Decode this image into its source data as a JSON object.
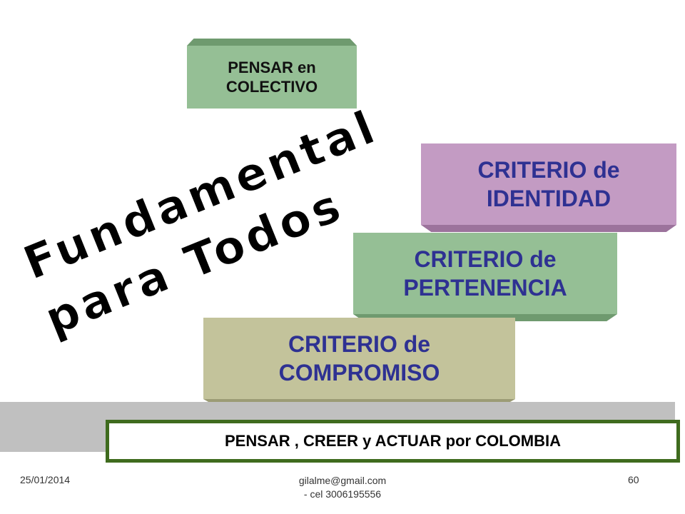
{
  "boxes": {
    "pensar": {
      "line1": "PENSAR  en",
      "line2": "COLECTIVO"
    },
    "identidad": {
      "line1": "CRITERIO   de",
      "line2": "IDENTIDAD"
    },
    "pertenencia": {
      "line1": "CRITERIO   de",
      "line2": "PERTENENCIA"
    },
    "compromiso": {
      "line1": "CRITERIO   de",
      "line2": "COMPROMISO"
    }
  },
  "wordart": {
    "line1": "Fundamental",
    "line2": "para Todos"
  },
  "motto": "PENSAR ,  CREER  y  ACTUAR    por  COLOMBIA",
  "footer": {
    "date": "25/01/2014",
    "contact_line1": "gilalme@gmail.com",
    "contact_line2": "- cel 3006195556",
    "page": "60"
  },
  "colors": {
    "green_box": "#95bf95",
    "purple_box": "#c39bc3",
    "olive_box": "#c3c39b",
    "box_text": "#2e3192",
    "motto_border": "#3f6b1e"
  }
}
